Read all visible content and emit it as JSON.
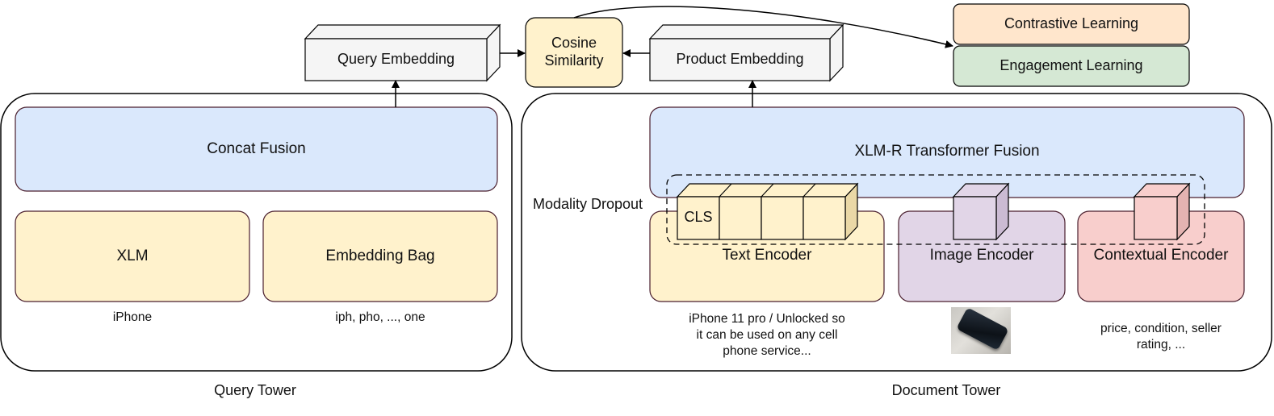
{
  "query_tower": {
    "title": "Query Tower",
    "fusion": "Concat Fusion",
    "xlm": "XLM",
    "embedding_bag": "Embedding Bag",
    "xlm_input": "iPhone",
    "bag_input": "iph, pho, ..., one"
  },
  "query_embedding": "Query Embedding",
  "cosine_similarity": "Cosine Similarity",
  "product_embedding": "Product Embedding",
  "losses": {
    "contrastive": "Contrastive Learning",
    "engagement": "Engagement Learning"
  },
  "document_tower": {
    "title": "Document Tower",
    "fusion": "XLM-R Transformer Fusion",
    "modality_dropout": "Modality Dropout",
    "cls_token": "CLS",
    "text_encoder": "Text Encoder",
    "image_encoder": "Image Encoder",
    "contextual_encoder": "Contextual Encoder",
    "text_input": "iPhone 11 pro / Unlocked so it can be used on any cell phone service...",
    "context_input": "price, condition, seller rating, ..."
  },
  "colors": {
    "yellow_fill": "#fff2cc",
    "blue_fill": "#dae8fc",
    "purple_fill": "#e1d5e7",
    "pink_fill": "#f8cecc",
    "orange_fill": "#ffe6cc",
    "green_fill": "#d5e8d4",
    "gray_fill": "#f5f5f5",
    "border_dark": "#4a1f2e"
  }
}
